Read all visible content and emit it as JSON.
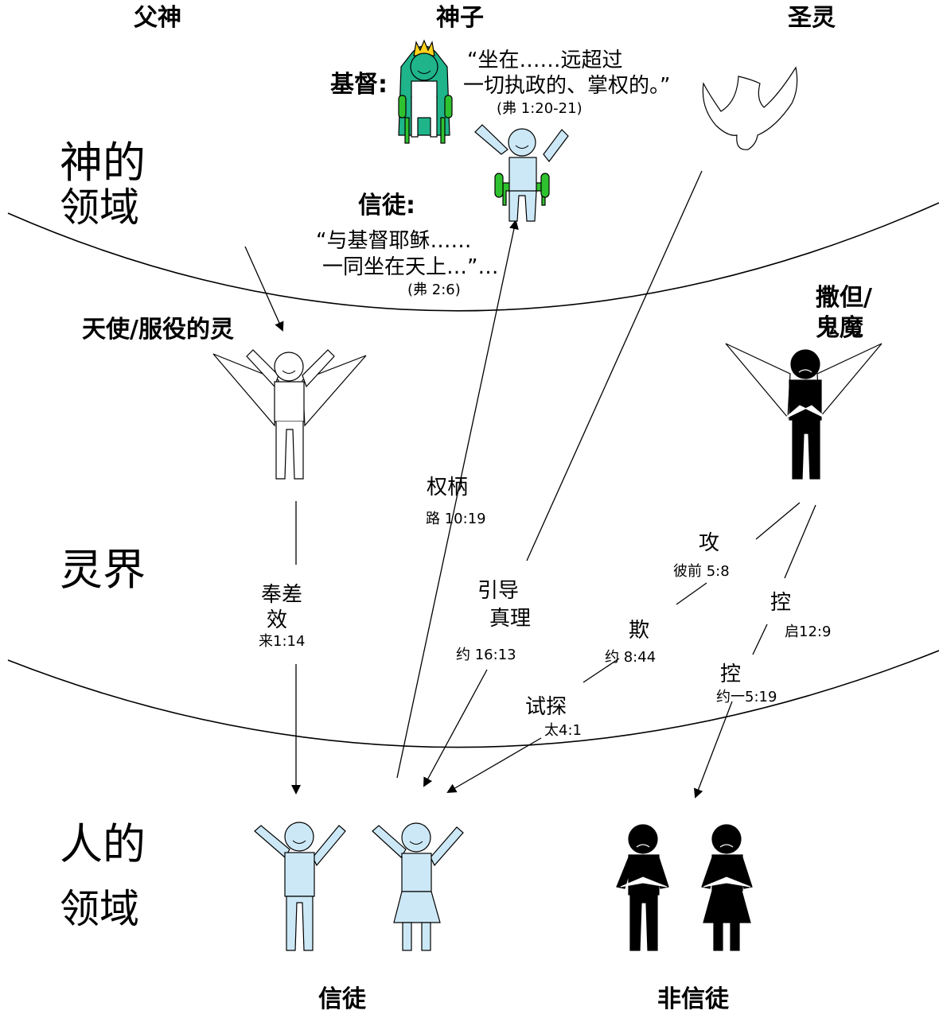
{
  "headers": {
    "father": "父神",
    "son": "神子",
    "spirit": "圣灵"
  },
  "realms": {
    "god_1": "神的",
    "god_2": "领域",
    "spirit": "灵界",
    "human_1": "人的",
    "human_2": "领域"
  },
  "christ": {
    "label": "基督:",
    "quote_1": "“坐在……远超过",
    "quote_2": "一切执政的、掌权的。”",
    "ref": "(弗 1:20-21)"
  },
  "believer_heaven": {
    "label": "信徒:",
    "quote_1": "“与基督耶稣……",
    "quote_2": "一同坐在天上…”…",
    "ref": "(弗  2:6)"
  },
  "angels": {
    "label": "天使/服役的灵"
  },
  "satan": {
    "label_1": "撒但/",
    "label_2": "鬼魔"
  },
  "relations": {
    "minister_1": "奉差",
    "minister_2": "效",
    "minister_ref": "来1:14",
    "authority": "权柄",
    "authority_ref": "路 10:19",
    "guide_1": "引导",
    "guide_2": "真理",
    "guide_ref": "约 16:13",
    "attack": "攻",
    "attack_ref": "彼前  5:8",
    "deceive": "欺",
    "deceive_ref": "约  8:44",
    "accuse": "控",
    "accuse_ref": "启12:9",
    "control": "控",
    "control_ref": "约一5:19",
    "tempt": "试探",
    "tempt_ref": "太4:1"
  },
  "bottom": {
    "believers": "信徒",
    "unbelievers": "非信徒"
  }
}
